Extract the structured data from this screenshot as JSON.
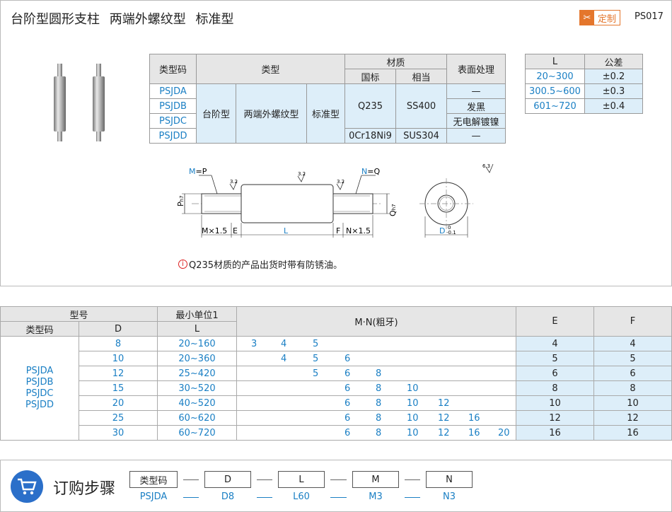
{
  "header": {
    "title": "台阶型圆形支柱 两端外螺纹型 标准型",
    "custom_label": "定制",
    "code": "PS017"
  },
  "type_table": {
    "h_typecode": "类型码",
    "h_type": "类型",
    "h_material": "材质",
    "h_std": "国标",
    "h_equiv": "相当",
    "h_surface": "表面处理",
    "codes": [
      "PSJDA",
      "PSJDB",
      "PSJDC",
      "PSJDD"
    ],
    "type1": "台阶型",
    "type2": "两端外螺纹型",
    "type3": "标准型",
    "mat1_std": "Q235",
    "mat1_equiv": "SS400",
    "mat2_std": "0Cr18Ni9",
    "mat2_equiv": "SUS304",
    "surfaces": [
      "—",
      "发黑",
      "无电解镀镍",
      "—"
    ]
  },
  "tol_table": {
    "h_l": "L",
    "h_tol": "公差",
    "rows": [
      {
        "l": "20~300",
        "t": "±0.2"
      },
      {
        "l": "300.5~600",
        "t": "±0.3"
      },
      {
        "l": "601~720",
        "t": "±0.4"
      }
    ]
  },
  "drawing": {
    "mp_m": "M",
    "mp_rest": "=P",
    "nq_n": "N",
    "nq_rest": "=Q",
    "rough1": "3.2",
    "rough2": "3.2",
    "rough3": "3.2",
    "rough4": "6.3",
    "p_dim": "P",
    "p_sub": "h7",
    "q_dim": "Q",
    "q_sub": "h7",
    "m15": "M×1.5",
    "e": "E",
    "l": "L",
    "f": "F",
    "n15": "N×1.5",
    "d": "D",
    "d_tol_top": "0",
    "d_tol_bot": "-0.1"
  },
  "note": {
    "icon": "i",
    "text": "Q235材质的产品出货时带有防锈油。"
  },
  "spec_table": {
    "h_model": "型号",
    "h_min": "最小单位1",
    "h_mn": "M·N(粗牙)",
    "h_e": "E",
    "h_f": "F",
    "h_typecode": "类型码",
    "h_d": "D",
    "h_l": "L",
    "codes": [
      "PSJDA",
      "PSJDB",
      "PSJDC",
      "PSJDD"
    ],
    "rows": [
      {
        "d": "8",
        "l": "20~160",
        "mn": [
          "3",
          "4",
          "5",
          "",
          "",
          "",
          "",
          "",
          ""
        ],
        "e": "4",
        "f": "4"
      },
      {
        "d": "10",
        "l": "20~360",
        "mn": [
          "",
          "4",
          "5",
          "6",
          "",
          "",
          "",
          "",
          ""
        ],
        "e": "5",
        "f": "5"
      },
      {
        "d": "12",
        "l": "25~420",
        "mn": [
          "",
          "",
          "5",
          "6",
          "8",
          "",
          "",
          "",
          ""
        ],
        "e": "6",
        "f": "6"
      },
      {
        "d": "15",
        "l": "30~520",
        "mn": [
          "",
          "",
          "",
          "6",
          "8",
          "10",
          "",
          "",
          ""
        ],
        "e": "8",
        "f": "8"
      },
      {
        "d": "20",
        "l": "40~520",
        "mn": [
          "",
          "",
          "",
          "6",
          "8",
          "10",
          "12",
          "",
          ""
        ],
        "e": "10",
        "f": "10"
      },
      {
        "d": "25",
        "l": "60~620",
        "mn": [
          "",
          "",
          "",
          "6",
          "8",
          "10",
          "12",
          "16",
          ""
        ],
        "e": "12",
        "f": "12"
      },
      {
        "d": "30",
        "l": "60~720",
        "mn": [
          "",
          "",
          "",
          "6",
          "8",
          "10",
          "12",
          "16",
          "20"
        ],
        "e": "16",
        "f": "16"
      }
    ]
  },
  "order": {
    "title": "订购步骤",
    "steps": [
      {
        "label": "类型码",
        "value": "PSJDA"
      },
      {
        "label": "D",
        "value": "D8"
      },
      {
        "label": "L",
        "value": "L60"
      },
      {
        "label": "M",
        "value": "M3"
      },
      {
        "label": "N",
        "value": "N3"
      }
    ]
  },
  "colors": {
    "accent": "#1a7fc4",
    "custom": "#e4762c",
    "cart": "#2b6fc9"
  }
}
